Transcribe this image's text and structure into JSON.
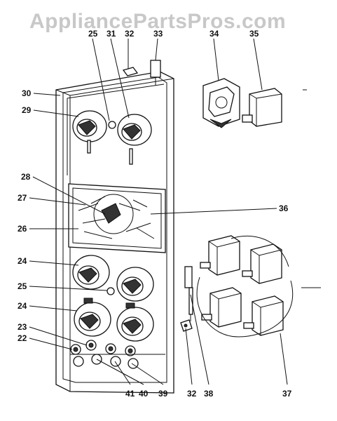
{
  "watermark": "AppliancePartsPros.com",
  "labels": {
    "l22": "22",
    "l23": "23",
    "l24a": "24",
    "l24b": "24",
    "l25a": "25",
    "l25b": "25",
    "l26": "26",
    "l27": "27",
    "l28": "28",
    "l29": "29",
    "l30": "30",
    "l31": "31",
    "l32a": "32",
    "l32b": "32",
    "l33": "33",
    "l34": "34",
    "l35": "35",
    "l36": "36",
    "l37": "37",
    "l38": "38",
    "l39": "39",
    "l40": "40",
    "l41": "41"
  }
}
